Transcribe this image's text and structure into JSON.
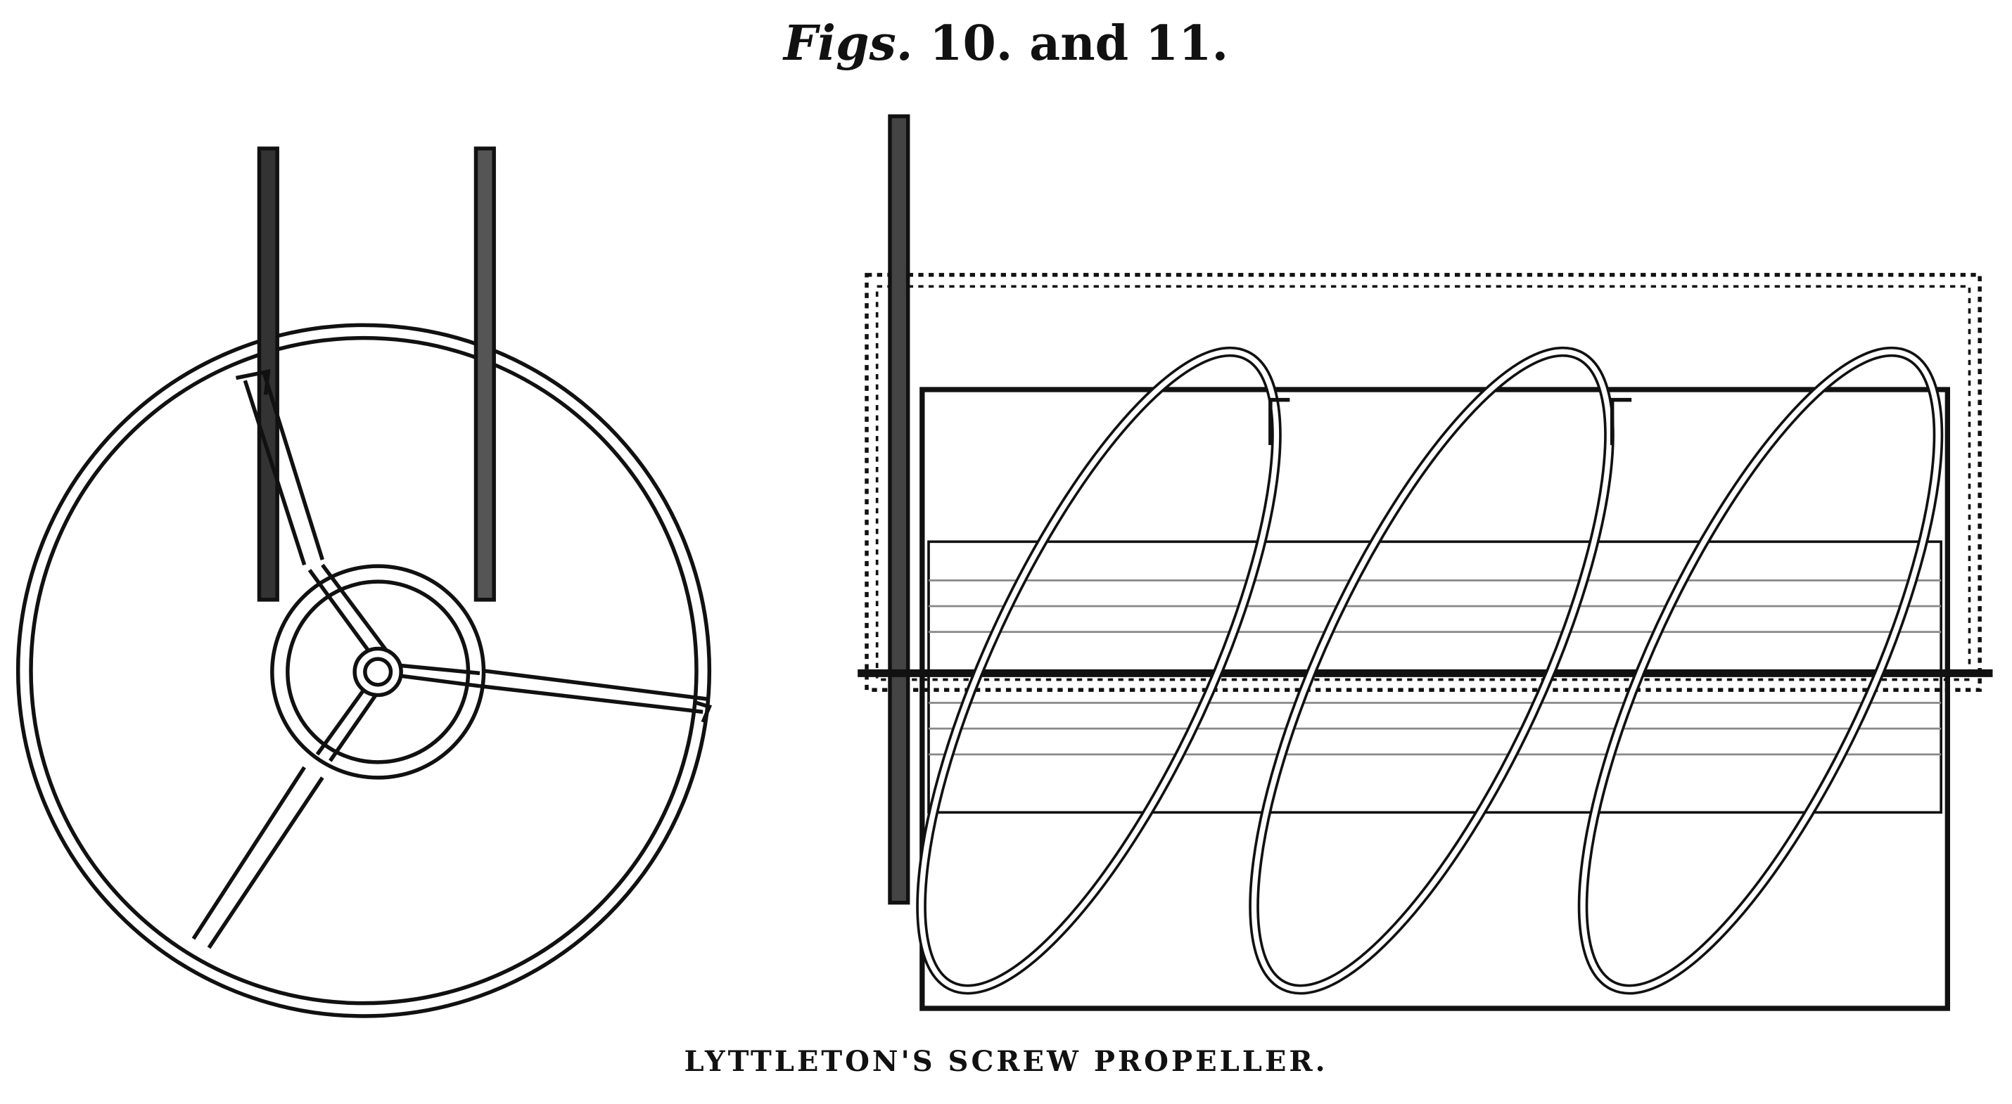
{
  "figure": {
    "title_prefix": "Figs.",
    "title_rest": "10. and 11.",
    "caption": "LYTTLETON'S SCREW PROPELLER."
  }
}
